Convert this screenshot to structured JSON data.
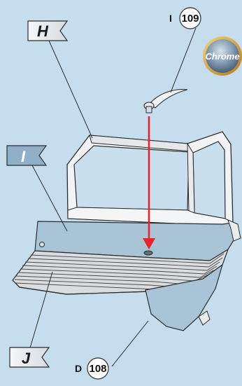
{
  "flags": {
    "h": "H",
    "i": "I",
    "j": "J"
  },
  "parts": {
    "top_ref": {
      "letter": "I",
      "number": "109"
    },
    "bottom_ref": {
      "letter": "D",
      "number": "108"
    }
  },
  "badge": {
    "label": "Chrome"
  },
  "colors": {
    "background": "#c6ddee",
    "panel_blue": "#a9c4d6",
    "arrow": "#e8242a",
    "flag_light": "#eef1f4",
    "flag_dark": "#8fb0c6"
  }
}
